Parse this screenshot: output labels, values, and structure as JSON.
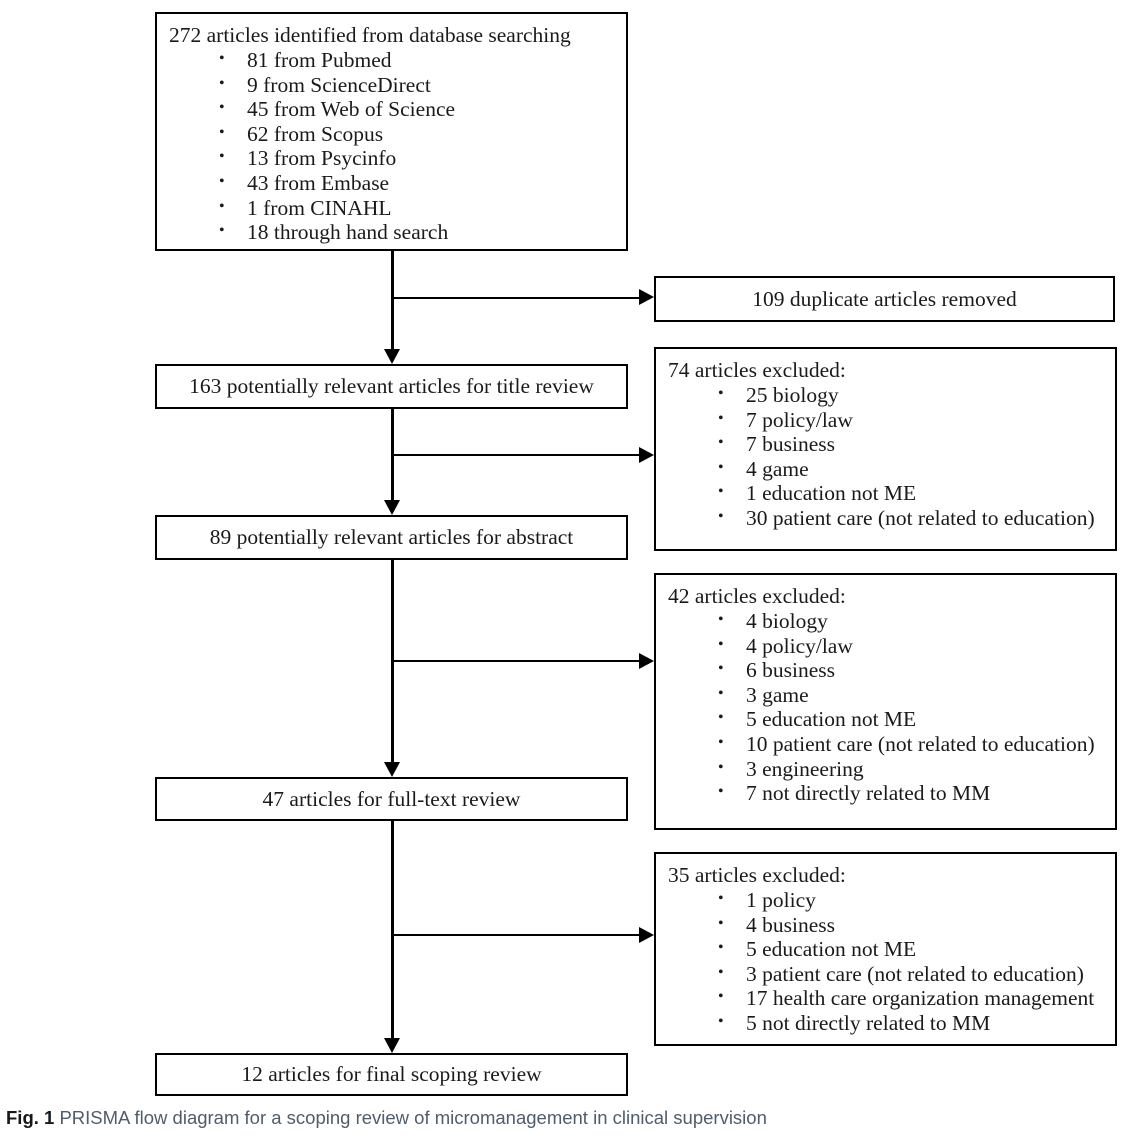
{
  "figure": {
    "label": "Fig. 1",
    "caption": "PRISMA flow diagram for a scoping review of micromanagement in clinical supervision"
  },
  "colors": {
    "stroke": "#000000",
    "text": "#1a1a1a",
    "caption_label": "#16191c",
    "caption_text": "#4f5d6b",
    "background": "#ffffff"
  },
  "chart_data": {
    "type": "diagram",
    "title": "PRISMA flow diagram for a scoping review of micromanagement in clinical supervision",
    "identification": {
      "total": 272,
      "label": "272 articles identified from database searching",
      "sources": [
        {
          "count": 81,
          "name": "Pubmed"
        },
        {
          "count": 9,
          "name": "ScienceDirect"
        },
        {
          "count": 45,
          "name": "Web of Science"
        },
        {
          "count": 62,
          "name": "Scopus"
        },
        {
          "count": 13,
          "name": "Psycinfo"
        },
        {
          "count": 43,
          "name": "Embase"
        },
        {
          "count": 1,
          "name": "CINAHL"
        },
        {
          "count": 18,
          "name": "hand search"
        }
      ]
    },
    "stages": [
      {
        "n": 163,
        "label": "163 potentially relevant articles for title review"
      },
      {
        "n": 89,
        "label": "89 potentially relevant articles for abstract"
      },
      {
        "n": 47,
        "label": "47 articles for full-text review"
      },
      {
        "n": 12,
        "label": "12 articles for final scoping review"
      }
    ],
    "exclusions": [
      {
        "n": 109,
        "label": "109 duplicate articles removed",
        "reasons": []
      },
      {
        "n": 74,
        "label": "74 articles excluded:",
        "reasons": [
          {
            "count": 25,
            "reason": "biology"
          },
          {
            "count": 7,
            "reason": "policy/law"
          },
          {
            "count": 7,
            "reason": "business"
          },
          {
            "count": 4,
            "reason": "game"
          },
          {
            "count": 1,
            "reason": "education not ME"
          },
          {
            "count": 30,
            "reason": "patient care (not related to education)"
          }
        ]
      },
      {
        "n": 42,
        "label": "42 articles excluded:",
        "reasons": [
          {
            "count": 4,
            "reason": "biology"
          },
          {
            "count": 4,
            "reason": "policy/law"
          },
          {
            "count": 6,
            "reason": "business"
          },
          {
            "count": 3,
            "reason": "game"
          },
          {
            "count": 5,
            "reason": "education not ME"
          },
          {
            "count": 10,
            "reason": "patient care (not related to education)"
          },
          {
            "count": 3,
            "reason": "engineering"
          },
          {
            "count": 7,
            "reason": "not directly related to MM"
          }
        ]
      },
      {
        "n": 35,
        "label": "35 articles excluded:",
        "reasons": [
          {
            "count": 1,
            "reason": "policy"
          },
          {
            "count": 4,
            "reason": "business"
          },
          {
            "count": 5,
            "reason": "education not ME"
          },
          {
            "count": 3,
            "reason": "patient care (not related to education)"
          },
          {
            "count": 17,
            "reason": "health care organization management"
          },
          {
            "count": 5,
            "reason": "not directly related to MM"
          }
        ]
      }
    ]
  },
  "boxes": {
    "identified": {
      "heading": "272 articles identified from database searching",
      "items": [
        "81 from Pubmed",
        "9 from ScienceDirect",
        "45 from Web of Science",
        "62 from Scopus",
        "13 from Psycinfo",
        "43 from Embase",
        "1 from CINAHL",
        "18 through hand search"
      ]
    },
    "duplicates": {
      "heading": "109 duplicate articles removed"
    },
    "title_review": {
      "heading": "163 potentially relevant articles for title review"
    },
    "excluded_title": {
      "heading": "74 articles excluded:",
      "items": [
        "25 biology",
        "7 policy/law",
        "7 business",
        "4 game",
        "1 education not ME",
        "30 patient care (not related to education)"
      ]
    },
    "abstract_review": {
      "heading": "89 potentially relevant articles for abstract"
    },
    "excluded_abstract": {
      "heading": "42 articles excluded:",
      "items": [
        "4 biology",
        "4 policy/law",
        "6 business",
        "3 game",
        "5 education not ME",
        "10 patient care (not related to education)",
        "3 engineering",
        "7 not directly related to MM"
      ]
    },
    "fulltext_review": {
      "heading": "47 articles for full-text review"
    },
    "excluded_fulltext": {
      "heading": "35 articles excluded:",
      "items": [
        "1 policy",
        "4 business",
        "5 education not ME",
        "3 patient care (not related to education)",
        "17 health care organization management",
        "5 not directly related to MM"
      ]
    },
    "final": {
      "heading": "12 articles for final scoping review"
    }
  }
}
